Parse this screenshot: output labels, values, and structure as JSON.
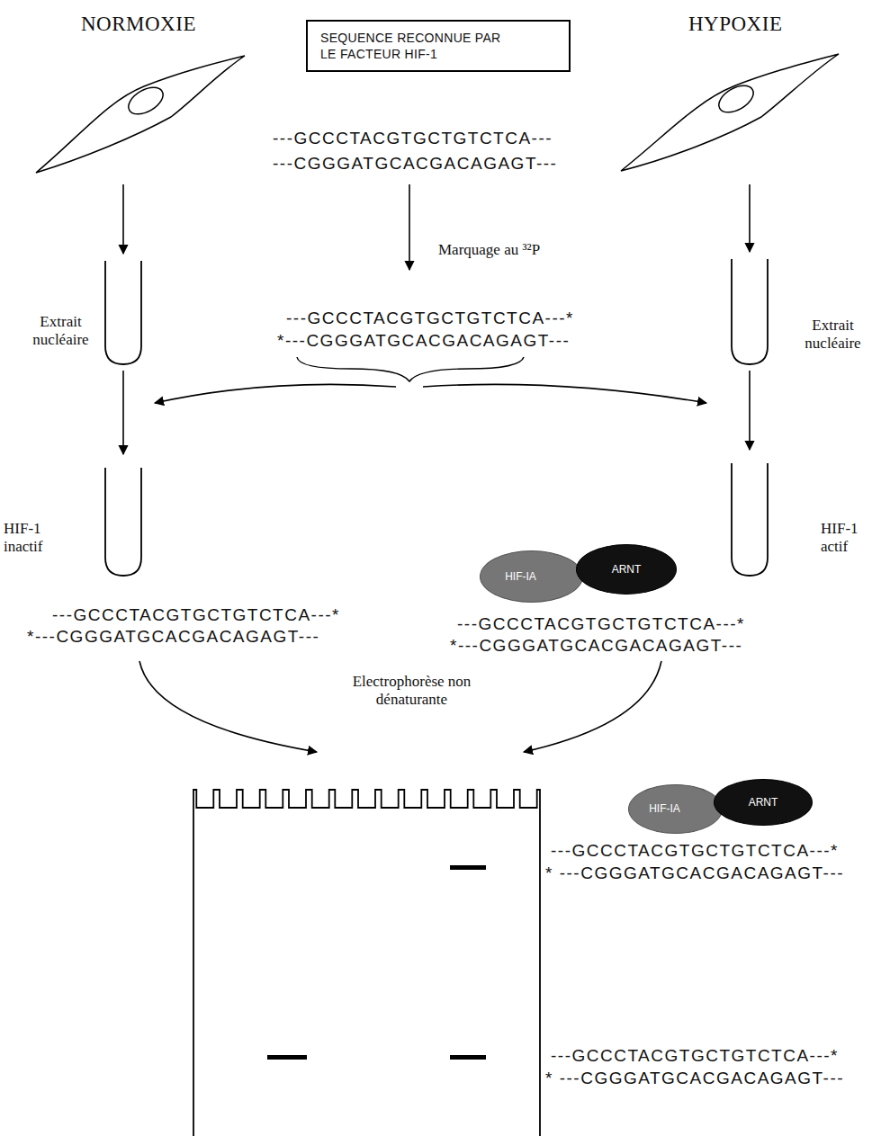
{
  "diagram": {
    "nodes": [
      {
        "text": [
          "SEQUENCE RECONNUE PAR LE FACTEUR HIF-1"
        ]
      },
      {
        "text": [
          "HIF-IA"
        ]
      },
      {
        "text": [
          "ARNT"
        ]
      },
      {
        "text": [
          "HIF-IA"
        ]
      },
      {
        "text": [
          "ARNT"
        ]
      }
    ],
    "labels": [
      "NORMOXIE",
      "HYPOXIE",
      "---GCCCTACGTGCTGTCTCA---",
      "---CGGGATGCACGACAGAGT---",
      "Marquage au ³²P",
      "---GCCCTACGTGCTGTCTCA---*",
      "*---CGGGATGCACGACAGAGT---",
      "Extrait nucléaire",
      "Extrait nucléaire",
      "HIF-1 inactif",
      "HIF-1 actif",
      "---GCCCTACGTGCTGTCTCA---*",
      "*---CGGGATGCACGACAGAGT---",
      "---GCCCTACGTGCTGTCTCA---*",
      "*---CGGGATGCACGACAGAGT---",
      "Electrophorèse non dénaturante",
      "---GCCCTACGTGCTGTCTCA---*",
      "* ---CGGGATGCACGACAGAGT---",
      "---GCCCTACGTGCTGTCTCA---*",
      "* ---CGGGATGCACGACAGAGT---"
    ]
  }
}
